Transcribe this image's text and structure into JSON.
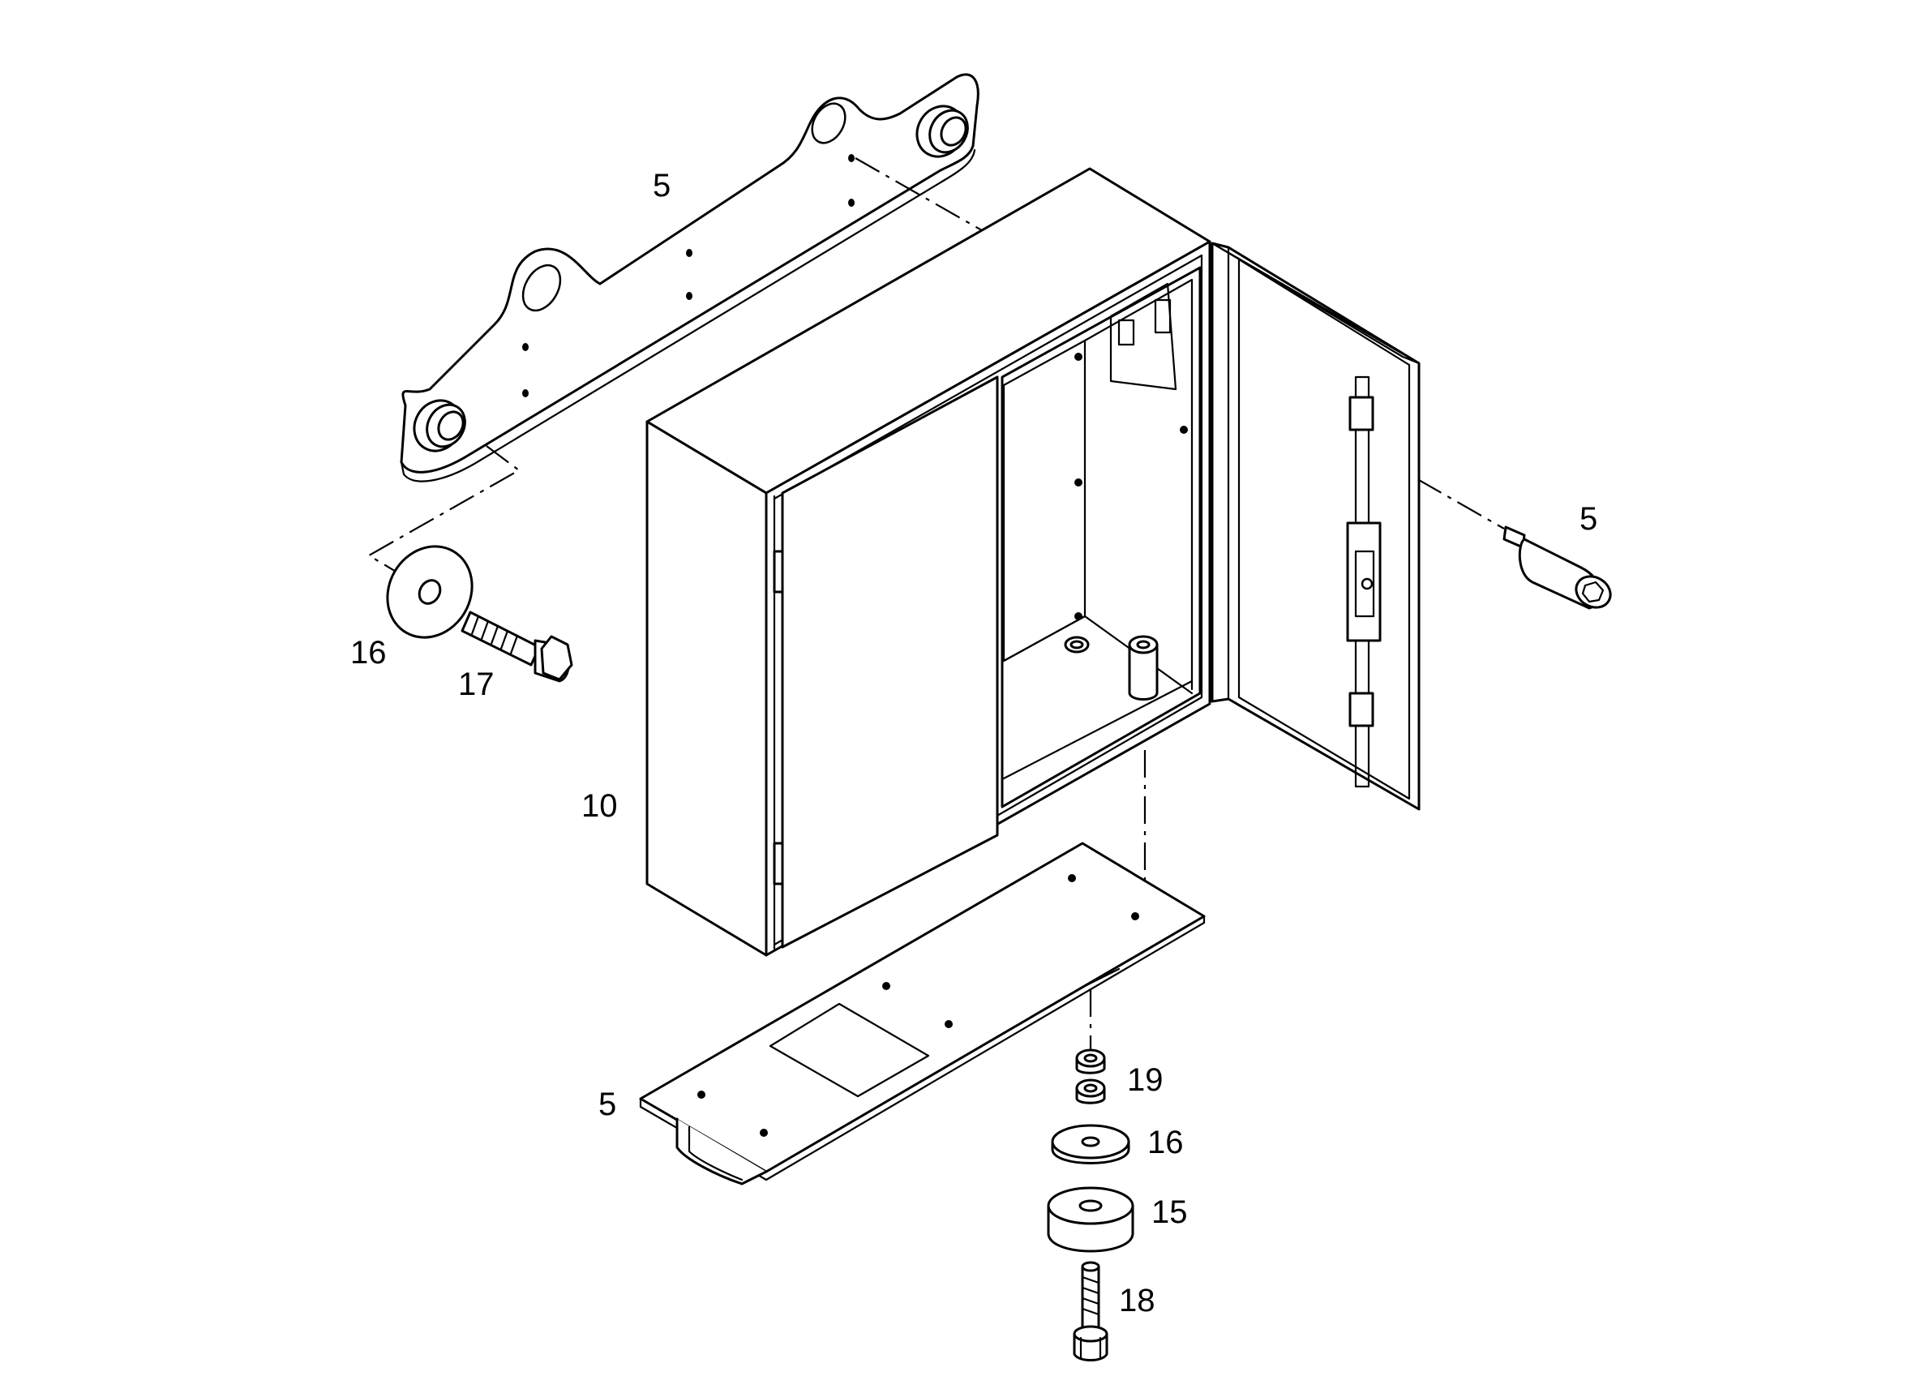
{
  "drawing": {
    "stroke_color": "#000000",
    "background_color": "#ffffff",
    "callouts": {
      "mount_plate_top": "5",
      "bushing_right": "5",
      "washer_left": "16",
      "bolt_left": "17",
      "cabinet": "10",
      "base_plate": "5",
      "nuts": "19",
      "washer_bottom": "16",
      "rubber_mount": "15",
      "bolt_bottom": "18"
    }
  }
}
